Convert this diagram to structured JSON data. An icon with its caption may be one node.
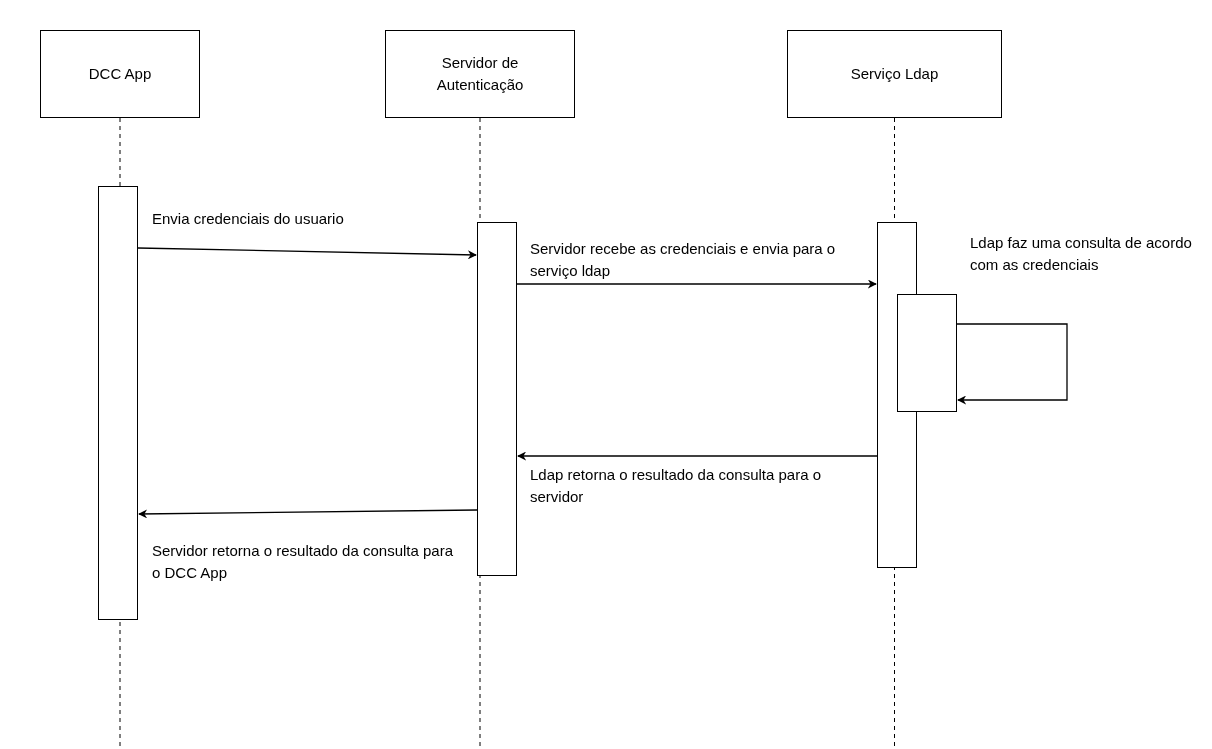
{
  "diagram": {
    "nodes": [
      {
        "text": [
          "DCC App"
        ]
      },
      {
        "text": [
          "Servidor de Autenticação"
        ]
      },
      {
        "text": [
          "Serviço Ldap"
        ]
      },
      {
        "text": [],
        "shape": "bar"
      },
      {
        "text": [],
        "shape": "bar"
      },
      {
        "text": [],
        "shape": "bar"
      },
      {
        "text": [],
        "shape": "bar"
      }
    ],
    "edges": [
      {
        "from": 3,
        "to": 4,
        "arrow": "to",
        "label": "Envia credenciais do usuario"
      },
      {
        "from": 4,
        "to": 5,
        "arrow": "to",
        "label": "Servidor recebe as credenciais e envia para o serviço ldap"
      },
      {
        "from": 6,
        "to": 6,
        "arrow": "to",
        "label": "Ldap faz uma consulta de acordo com as credenciais"
      },
      {
        "from": 5,
        "to": 4,
        "arrow": "to",
        "label": "Ldap retorna o resultado da consulta para o servidor"
      },
      {
        "from": 4,
        "to": 3,
        "arrow": "to",
        "label": "Servidor retorna o resultado da consulta para o DCC App"
      }
    ]
  }
}
